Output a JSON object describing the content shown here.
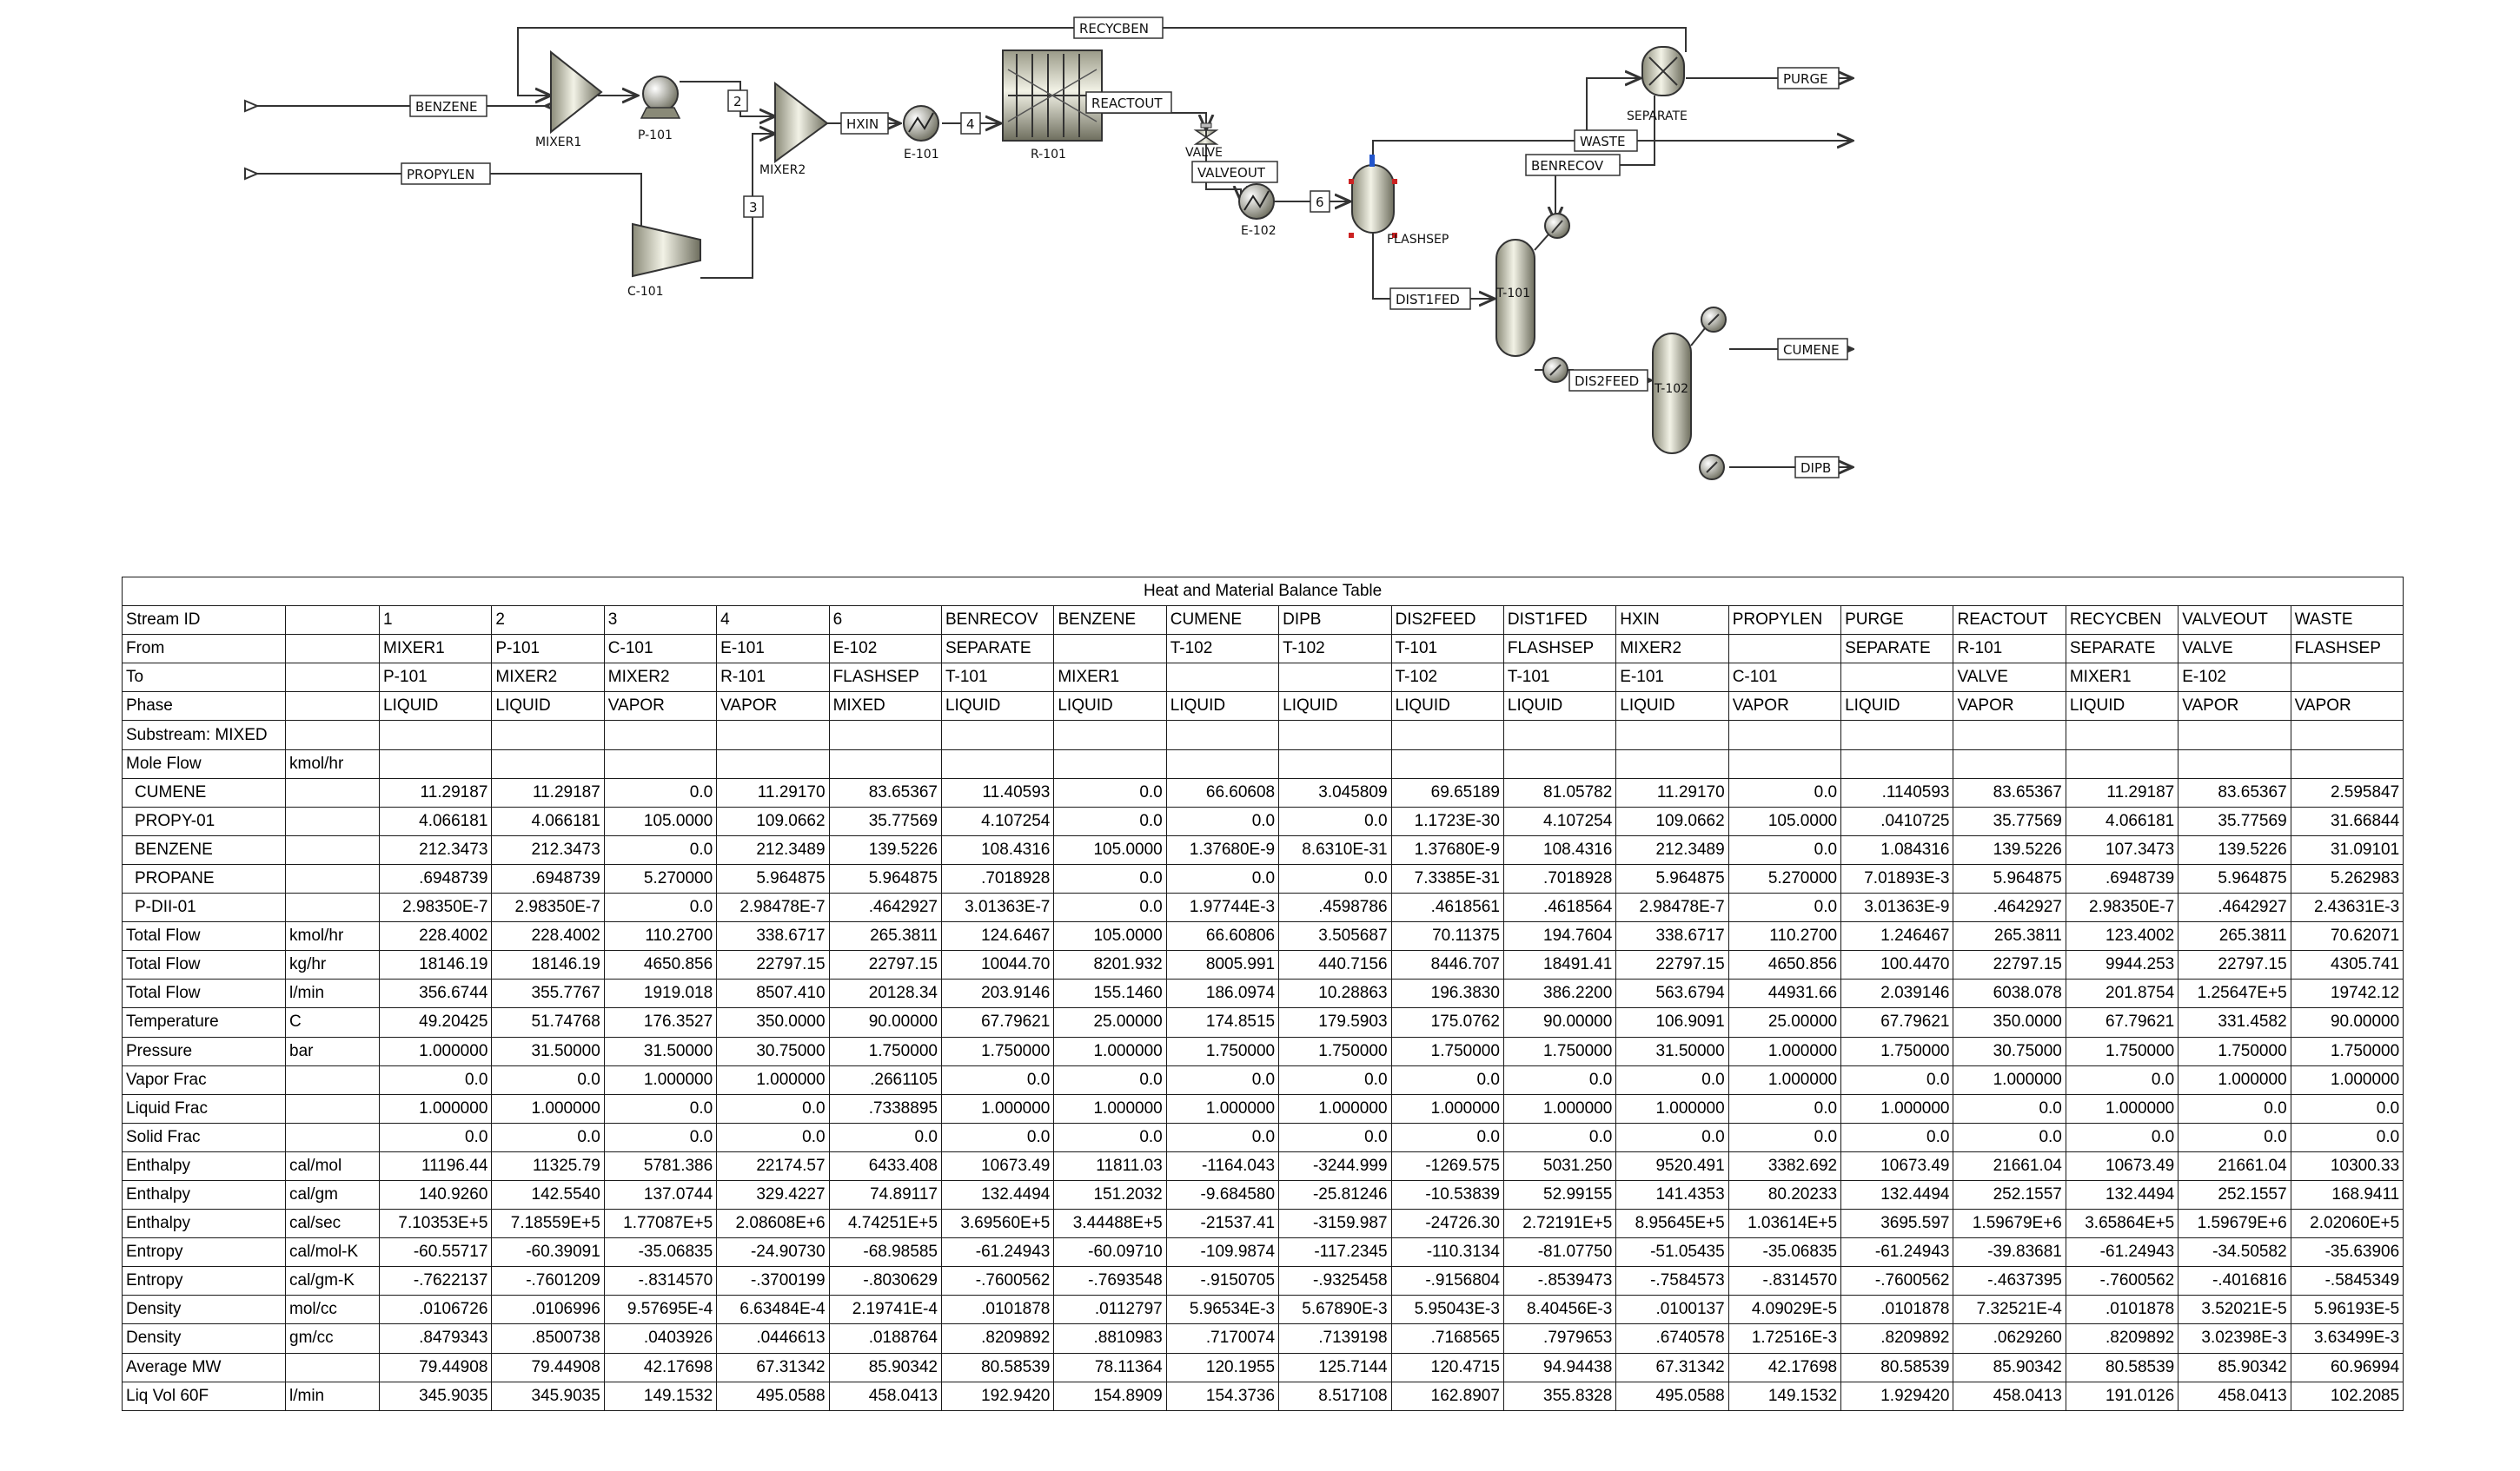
{
  "flowsheet": {
    "streams": {
      "benzene": "BENZENE",
      "propylen": "PROPYLEN",
      "s2": "2",
      "s3": "3",
      "hxin": "HXIN",
      "s4": "4",
      "reactout": "REACTOUT",
      "valveout": "VALVEOUT",
      "s6": "6",
      "recycben": "RECYCBEN",
      "purge": "PURGE",
      "waste": "WASTE",
      "benrecov": "BENRECOV",
      "dist1fed": "DIST1FED",
      "dis2feed": "DIS2FEED",
      "cumene": "CUMENE",
      "dipb": "DIPB"
    },
    "blocks": {
      "mixer1": "MIXER1",
      "p101": "P-101",
      "mixer2": "MIXER2",
      "c101": "C-101",
      "e101": "E-101",
      "r101": "R-101",
      "valve": "VALVE",
      "e102": "E-102",
      "flashsep": "FLASHSEP",
      "separate": "SEPARATE",
      "t101": "T-101",
      "t102": "T-102"
    }
  },
  "table": {
    "title": "Heat and Material Balance Table",
    "columns": [
      "1",
      "2",
      "3",
      "4",
      "6",
      "BENRECOV",
      "BENZENE",
      "CUMENE",
      "DIPB",
      "DIS2FEED",
      "DIST1FED",
      "HXIN",
      "PROPYLEN",
      "PURGE",
      "REACTOUT",
      "RECYCBEN",
      "VALVEOUT",
      "WASTE"
    ],
    "header_rows": [
      {
        "label": "Stream ID",
        "unit": "",
        "cells": [
          "1",
          "2",
          "3",
          "4",
          "6",
          "BENRECOV",
          "BENZENE",
          "CUMENE",
          "DIPB",
          "DIS2FEED",
          "DIST1FED",
          "HXIN",
          "PROPYLEN",
          "PURGE",
          "REACTOUT",
          "RECYCBEN",
          "VALVEOUT",
          "WASTE"
        ]
      },
      {
        "label": "From",
        "unit": "",
        "cells": [
          "MIXER1",
          "P-101",
          "C-101",
          "E-101",
          "E-102",
          "SEPARATE",
          "",
          "T-102",
          "T-102",
          "T-101",
          "FLASHSEP",
          "MIXER2",
          "",
          "SEPARATE",
          "R-101",
          "SEPARATE",
          "VALVE",
          "FLASHSEP"
        ]
      },
      {
        "label": "To",
        "unit": "",
        "cells": [
          "P-101",
          "MIXER2",
          "MIXER2",
          "R-101",
          "FLASHSEP",
          "T-101",
          "MIXER1",
          "",
          "",
          "T-102",
          "T-101",
          "E-101",
          "C-101",
          "",
          "VALVE",
          "MIXER1",
          "E-102",
          ""
        ]
      },
      {
        "label": "Phase",
        "unit": "",
        "cells": [
          "LIQUID",
          "LIQUID",
          "VAPOR",
          "VAPOR",
          "MIXED",
          "LIQUID",
          "LIQUID",
          "LIQUID",
          "LIQUID",
          "LIQUID",
          "LIQUID",
          "LIQUID",
          "VAPOR",
          "LIQUID",
          "VAPOR",
          "LIQUID",
          "VAPOR",
          "VAPOR"
        ]
      }
    ],
    "substream_label": "Substream: MIXED",
    "mole_flow_label": "Mole Flow",
    "mole_flow_unit": "kmol/hr",
    "data_rows": [
      {
        "label": "CUMENE",
        "unit": "",
        "indent": true,
        "cells": [
          "11.29187",
          "11.29187",
          "0.0",
          "11.29170",
          "83.65367",
          "11.40593",
          "0.0",
          "66.60608",
          "3.045809",
          "69.65189",
          "81.05782",
          "11.29170",
          "0.0",
          ".1140593",
          "83.65367",
          "11.29187",
          "83.65367",
          "2.595847"
        ]
      },
      {
        "label": "PROPY-01",
        "unit": "",
        "indent": true,
        "cells": [
          "4.066181",
          "4.066181",
          "105.0000",
          "109.0662",
          "35.77569",
          "4.107254",
          "0.0",
          "0.0",
          "0.0",
          "1.1723E-30",
          "4.107254",
          "109.0662",
          "105.0000",
          ".0410725",
          "35.77569",
          "4.066181",
          "35.77569",
          "31.66844"
        ]
      },
      {
        "label": "BENZENE",
        "unit": "",
        "indent": true,
        "cells": [
          "212.3473",
          "212.3473",
          "0.0",
          "212.3489",
          "139.5226",
          "108.4316",
          "105.0000",
          "1.37680E-9",
          "8.6310E-31",
          "1.37680E-9",
          "108.4316",
          "212.3489",
          "0.0",
          "1.084316",
          "139.5226",
          "107.3473",
          "139.5226",
          "31.09101"
        ]
      },
      {
        "label": "PROPANE",
        "unit": "",
        "indent": true,
        "cells": [
          ".6948739",
          ".6948739",
          "5.270000",
          "5.964875",
          "5.964875",
          ".7018928",
          "0.0",
          "0.0",
          "0.0",
          "7.3385E-31",
          ".7018928",
          "5.964875",
          "5.270000",
          "7.01893E-3",
          "5.964875",
          ".6948739",
          "5.964875",
          "5.262983"
        ]
      },
      {
        "label": "P-DII-01",
        "unit": "",
        "indent": true,
        "cells": [
          "2.98350E-7",
          "2.98350E-7",
          "0.0",
          "2.98478E-7",
          ".4642927",
          "3.01363E-7",
          "0.0",
          "1.97744E-3",
          ".4598786",
          ".4618561",
          ".4618564",
          "2.98478E-7",
          "0.0",
          "3.01363E-9",
          ".4642927",
          "2.98350E-7",
          ".4642927",
          "2.43631E-3"
        ]
      },
      {
        "label": "Total Flow",
        "unit": "kmol/hr",
        "indent": false,
        "cells": [
          "228.4002",
          "228.4002",
          "110.2700",
          "338.6717",
          "265.3811",
          "124.6467",
          "105.0000",
          "66.60806",
          "3.505687",
          "70.11375",
          "194.7604",
          "338.6717",
          "110.2700",
          "1.246467",
          "265.3811",
          "123.4002",
          "265.3811",
          "70.62071"
        ]
      },
      {
        "label": "Total Flow",
        "unit": "kg/hr",
        "indent": false,
        "cells": [
          "18146.19",
          "18146.19",
          "4650.856",
          "22797.15",
          "22797.15",
          "10044.70",
          "8201.932",
          "8005.991",
          "440.7156",
          "8446.707",
          "18491.41",
          "22797.15",
          "4650.856",
          "100.4470",
          "22797.15",
          "9944.253",
          "22797.15",
          "4305.741"
        ]
      },
      {
        "label": "Total Flow",
        "unit": "l/min",
        "indent": false,
        "cells": [
          "356.6744",
          "355.7767",
          "1919.018",
          "8507.410",
          "20128.34",
          "203.9146",
          "155.1460",
          "186.0974",
          "10.28863",
          "196.3830",
          "386.2200",
          "563.6794",
          "44931.66",
          "2.039146",
          "6038.078",
          "201.8754",
          "1.25647E+5",
          "19742.12"
        ]
      },
      {
        "label": "Temperature",
        "unit": "C",
        "indent": false,
        "cells": [
          "49.20425",
          "51.74768",
          "176.3527",
          "350.0000",
          "90.00000",
          "67.79621",
          "25.00000",
          "174.8515",
          "179.5903",
          "175.0762",
          "90.00000",
          "106.9091",
          "25.00000",
          "67.79621",
          "350.0000",
          "67.79621",
          "331.4582",
          "90.00000"
        ]
      },
      {
        "label": "Pressure",
        "unit": "bar",
        "indent": false,
        "cells": [
          "1.000000",
          "31.50000",
          "31.50000",
          "30.75000",
          "1.750000",
          "1.750000",
          "1.000000",
          "1.750000",
          "1.750000",
          "1.750000",
          "1.750000",
          "31.50000",
          "1.000000",
          "1.750000",
          "30.75000",
          "1.750000",
          "1.750000",
          "1.750000"
        ]
      },
      {
        "label": "Vapor Frac",
        "unit": "",
        "indent": false,
        "cells": [
          "0.0",
          "0.0",
          "1.000000",
          "1.000000",
          ".2661105",
          "0.0",
          "0.0",
          "0.0",
          "0.0",
          "0.0",
          "0.0",
          "0.0",
          "1.000000",
          "0.0",
          "1.000000",
          "0.0",
          "1.000000",
          "1.000000"
        ]
      },
      {
        "label": "Liquid Frac",
        "unit": "",
        "indent": false,
        "cells": [
          "1.000000",
          "1.000000",
          "0.0",
          "0.0",
          ".7338895",
          "1.000000",
          "1.000000",
          "1.000000",
          "1.000000",
          "1.000000",
          "1.000000",
          "1.000000",
          "0.0",
          "1.000000",
          "0.0",
          "1.000000",
          "0.0",
          "0.0"
        ]
      },
      {
        "label": "Solid Frac",
        "unit": "",
        "indent": false,
        "cells": [
          "0.0",
          "0.0",
          "0.0",
          "0.0",
          "0.0",
          "0.0",
          "0.0",
          "0.0",
          "0.0",
          "0.0",
          "0.0",
          "0.0",
          "0.0",
          "0.0",
          "0.0",
          "0.0",
          "0.0",
          "0.0"
        ]
      },
      {
        "label": "Enthalpy",
        "unit": "cal/mol",
        "indent": false,
        "cells": [
          "11196.44",
          "11325.79",
          "5781.386",
          "22174.57",
          "6433.408",
          "10673.49",
          "11811.03",
          "-1164.043",
          "-3244.999",
          "-1269.575",
          "5031.250",
          "9520.491",
          "3382.692",
          "10673.49",
          "21661.04",
          "10673.49",
          "21661.04",
          "10300.33"
        ]
      },
      {
        "label": "Enthalpy",
        "unit": "cal/gm",
        "indent": false,
        "cells": [
          "140.9260",
          "142.5540",
          "137.0744",
          "329.4227",
          "74.89117",
          "132.4494",
          "151.2032",
          "-9.684580",
          "-25.81246",
          "-10.53839",
          "52.99155",
          "141.4353",
          "80.20233",
          "132.4494",
          "252.1557",
          "132.4494",
          "252.1557",
          "168.9411"
        ]
      },
      {
        "label": "Enthalpy",
        "unit": "cal/sec",
        "indent": false,
        "cells": [
          "7.10353E+5",
          "7.18559E+5",
          "1.77087E+5",
          "2.08608E+6",
          "4.74251E+5",
          "3.69560E+5",
          "3.44488E+5",
          "-21537.41",
          "-3159.987",
          "-24726.30",
          "2.72191E+5",
          "8.95645E+5",
          "1.03614E+5",
          "3695.597",
          "1.59679E+6",
          "3.65864E+5",
          "1.59679E+6",
          "2.02060E+5"
        ]
      },
      {
        "label": "Entropy",
        "unit": "cal/mol-K",
        "indent": false,
        "cells": [
          "-60.55717",
          "-60.39091",
          "-35.06835",
          "-24.90730",
          "-68.98585",
          "-61.24943",
          "-60.09710",
          "-109.9874",
          "-117.2345",
          "-110.3134",
          "-81.07750",
          "-51.05435",
          "-35.06835",
          "-61.24943",
          "-39.83681",
          "-61.24943",
          "-34.50582",
          "-35.63906"
        ]
      },
      {
        "label": "Entropy",
        "unit": "cal/gm-K",
        "indent": false,
        "cells": [
          "-.7622137",
          "-.7601209",
          "-.8314570",
          "-.3700199",
          "-.8030629",
          "-.7600562",
          "-.7693548",
          "-.9150705",
          "-.9325458",
          "-.9156804",
          "-.8539473",
          "-.7584573",
          "-.8314570",
          "-.7600562",
          "-.4637395",
          "-.7600562",
          "-.4016816",
          "-.5845349"
        ]
      },
      {
        "label": "Density",
        "unit": "mol/cc",
        "indent": false,
        "cells": [
          ".0106726",
          ".0106996",
          "9.57695E-4",
          "6.63484E-4",
          "2.19741E-4",
          ".0101878",
          ".0112797",
          "5.96534E-3",
          "5.67890E-3",
          "5.95043E-3",
          "8.40456E-3",
          ".0100137",
          "4.09029E-5",
          ".0101878",
          "7.32521E-4",
          ".0101878",
          "3.52021E-5",
          "5.96193E-5"
        ]
      },
      {
        "label": "Density",
        "unit": "gm/cc",
        "indent": false,
        "cells": [
          ".8479343",
          ".8500738",
          ".0403926",
          ".0446613",
          ".0188764",
          ".8209892",
          ".8810983",
          ".7170074",
          ".7139198",
          ".7168565",
          ".7979653",
          ".6740578",
          "1.72516E-3",
          ".8209892",
          ".0629260",
          ".8209892",
          "3.02398E-3",
          "3.63499E-3"
        ]
      },
      {
        "label": "Average MW",
        "unit": "",
        "indent": false,
        "cells": [
          "79.44908",
          "79.44908",
          "42.17698",
          "67.31342",
          "85.90342",
          "80.58539",
          "78.11364",
          "120.1955",
          "125.7144",
          "120.4715",
          "94.94438",
          "67.31342",
          "42.17698",
          "80.58539",
          "85.90342",
          "80.58539",
          "85.90342",
          "60.96994"
        ]
      },
      {
        "label": "Liq Vol 60F",
        "unit": "l/min",
        "indent": false,
        "cells": [
          "345.9035",
          "345.9035",
          "149.1532",
          "495.0588",
          "458.0413",
          "192.9420",
          "154.8909",
          "154.3736",
          "8.517108",
          "162.8907",
          "355.8328",
          "495.0588",
          "149.1532",
          "1.929420",
          "458.0413",
          "191.0126",
          "458.0413",
          "102.2085"
        ]
      }
    ]
  }
}
